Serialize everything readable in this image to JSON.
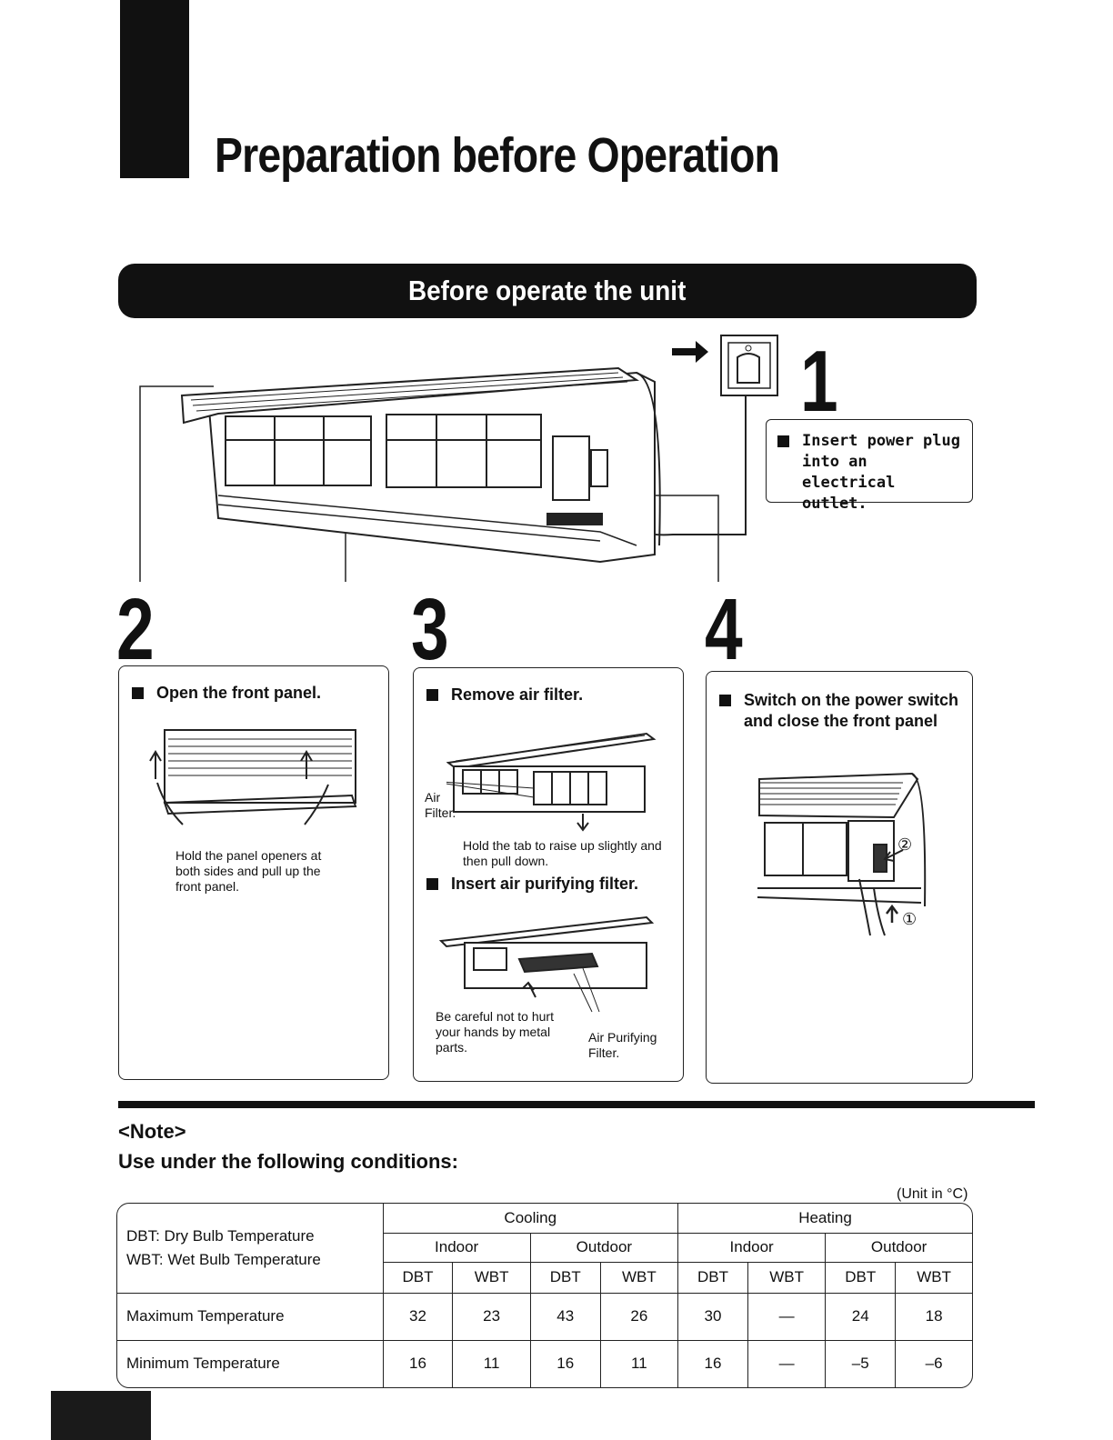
{
  "title": "Preparation before Operation",
  "banner": "Before operate the unit",
  "steps": {
    "s1": {
      "num": "1",
      "text": "Insert power plug into an electrical outlet."
    },
    "s2": {
      "num": "2",
      "heading": "Open the front panel.",
      "caption": "Hold the panel openers at both sides and pull up the front panel."
    },
    "s3": {
      "num": "3",
      "heading": "Remove air filter.",
      "filter_label": "Air Filter.",
      "caption": "Hold the tab to raise up slightly and then pull down.",
      "heading2": "Insert air purifying filter.",
      "caution": "Be careful not to hurt your hands by metal parts.",
      "purify_label": "Air Purifying Filter."
    },
    "s4": {
      "num": "4",
      "heading": "Switch on the power switch and close the front panel",
      "mark1": "①",
      "mark2": "②"
    }
  },
  "note": {
    "tag": "<Note>",
    "heading": "Use under the following conditions:",
    "unit": "(Unit in °C)",
    "legend": [
      "DBT: Dry Bulb Temperature",
      "WBT: Wet Bulb Temperature"
    ],
    "modes": [
      "Cooling",
      "Heating"
    ],
    "locations": [
      "Indoor",
      "Outdoor",
      "Indoor",
      "Outdoor"
    ],
    "cols": [
      "DBT",
      "WBT",
      "DBT",
      "WBT",
      "DBT",
      "WBT",
      "DBT",
      "WBT"
    ],
    "rows": [
      {
        "label": "Maximum Temperature",
        "values": [
          "32",
          "23",
          "43",
          "26",
          "30",
          "—",
          "24",
          "18"
        ]
      },
      {
        "label": "Minimum Temperature",
        "values": [
          "16",
          "11",
          "16",
          "11",
          "16",
          "—",
          "–5",
          "–6"
        ]
      }
    ]
  }
}
